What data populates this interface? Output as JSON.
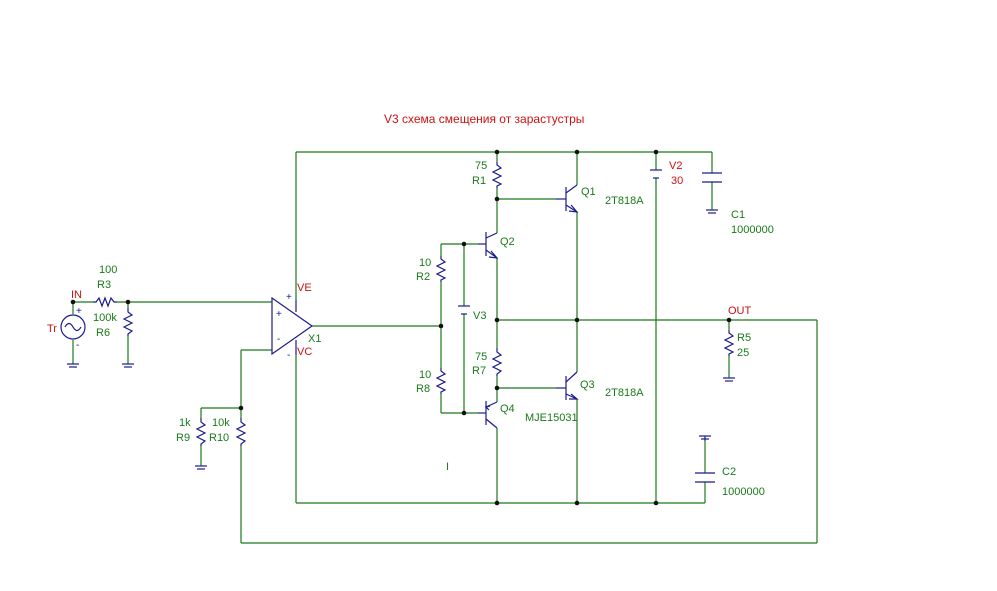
{
  "title": "V3 схема смещения от зарастустры",
  "components": {
    "R1": {
      "name": "R1",
      "value": "75"
    },
    "R2": {
      "name": "R2",
      "value": "10"
    },
    "R3": {
      "name": "R3",
      "value": "100"
    },
    "R5": {
      "name": "R5",
      "value": "25"
    },
    "R6": {
      "name": "R6",
      "value": "100k"
    },
    "R7": {
      "name": "R7",
      "value": "75"
    },
    "R8": {
      "name": "R8",
      "value": "10"
    },
    "R9": {
      "name": "R9",
      "value": "1k"
    },
    "R10": {
      "name": "R10",
      "value": "10k"
    },
    "C1": {
      "name": "C1",
      "value": "1000000"
    },
    "C2": {
      "name": "C2",
      "value": "1000000"
    },
    "V2": {
      "name": "V2",
      "value": "30"
    },
    "V3": {
      "name": "V3"
    },
    "Q1": {
      "name": "Q1",
      "model": "2T818A"
    },
    "Q2": {
      "name": "Q2"
    },
    "Q3": {
      "name": "Q3",
      "model": "2T818A"
    },
    "Q4": {
      "name": "Q4",
      "model": "MJE15031"
    },
    "X1": {
      "name": "X1"
    },
    "Tr": {
      "name": "Tr"
    }
  },
  "nets": {
    "in": "IN",
    "out": "OUT",
    "ve": "VE",
    "vc": "VC"
  },
  "pins": {
    "plus": "+",
    "minus": "-"
  },
  "cursor": "I"
}
